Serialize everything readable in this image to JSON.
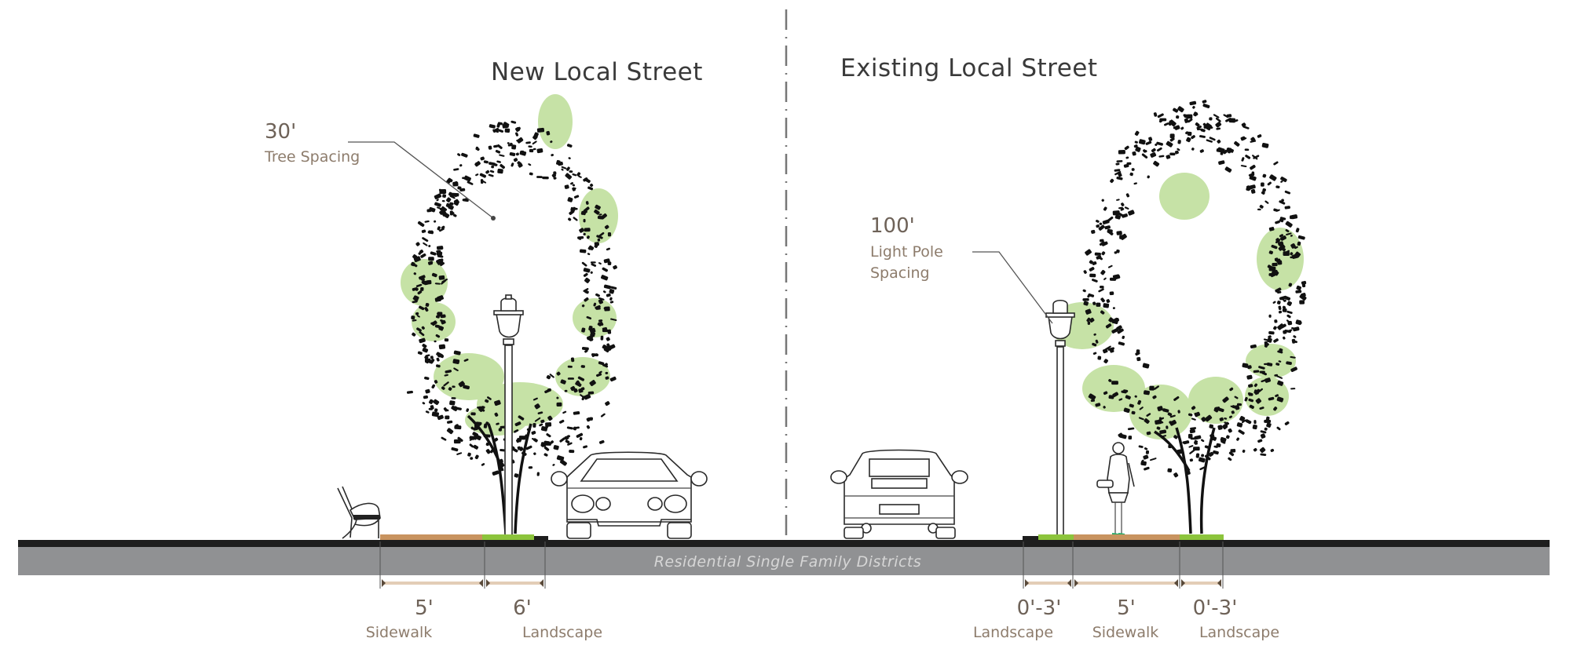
{
  "titles": {
    "left": "New Local Street",
    "right": "Existing Local Street"
  },
  "annotations": {
    "tree_spacing": {
      "value": "30'",
      "label": "Tree Spacing"
    },
    "light_pole_spacing": {
      "value": "100'",
      "label_line1": "Light Pole",
      "label_line2": "Spacing"
    }
  },
  "ground": {
    "district_label": "Residential Single Family Districts"
  },
  "dimensions": {
    "new_street": [
      {
        "value": "5'",
        "label": "Sidewalk",
        "feet": 5
      },
      {
        "value": "6'",
        "label": "Landscape",
        "feet": 6
      }
    ],
    "existing_street": [
      {
        "value": "0'-3'",
        "label": "Landscape",
        "feet_range": [
          0,
          3
        ]
      },
      {
        "value": "5'",
        "label": "Sidewalk",
        "feet": 5
      },
      {
        "value": "0'-3'",
        "label": "Landscape",
        "feet_range": [
          0,
          3
        ]
      }
    ]
  },
  "elements": {
    "left_side": [
      "bench-icon",
      "sidewalk",
      "landscape-strip",
      "street-tree",
      "light-pole",
      "car-front"
    ],
    "right_side": [
      "car-rear",
      "light-pole",
      "landscape-strip",
      "pedestrian",
      "sidewalk",
      "street-tree"
    ]
  },
  "colors": {
    "sidewalk": "#c8935f",
    "landscape": "#8cc43c",
    "ground": "#909193",
    "ground_edge": "#1e1e1e",
    "canopy_light": "#c6e2a6",
    "leaf": "#111111",
    "annotation_text": "#8d7c6c",
    "dimension_line": "#e8d6c4"
  }
}
